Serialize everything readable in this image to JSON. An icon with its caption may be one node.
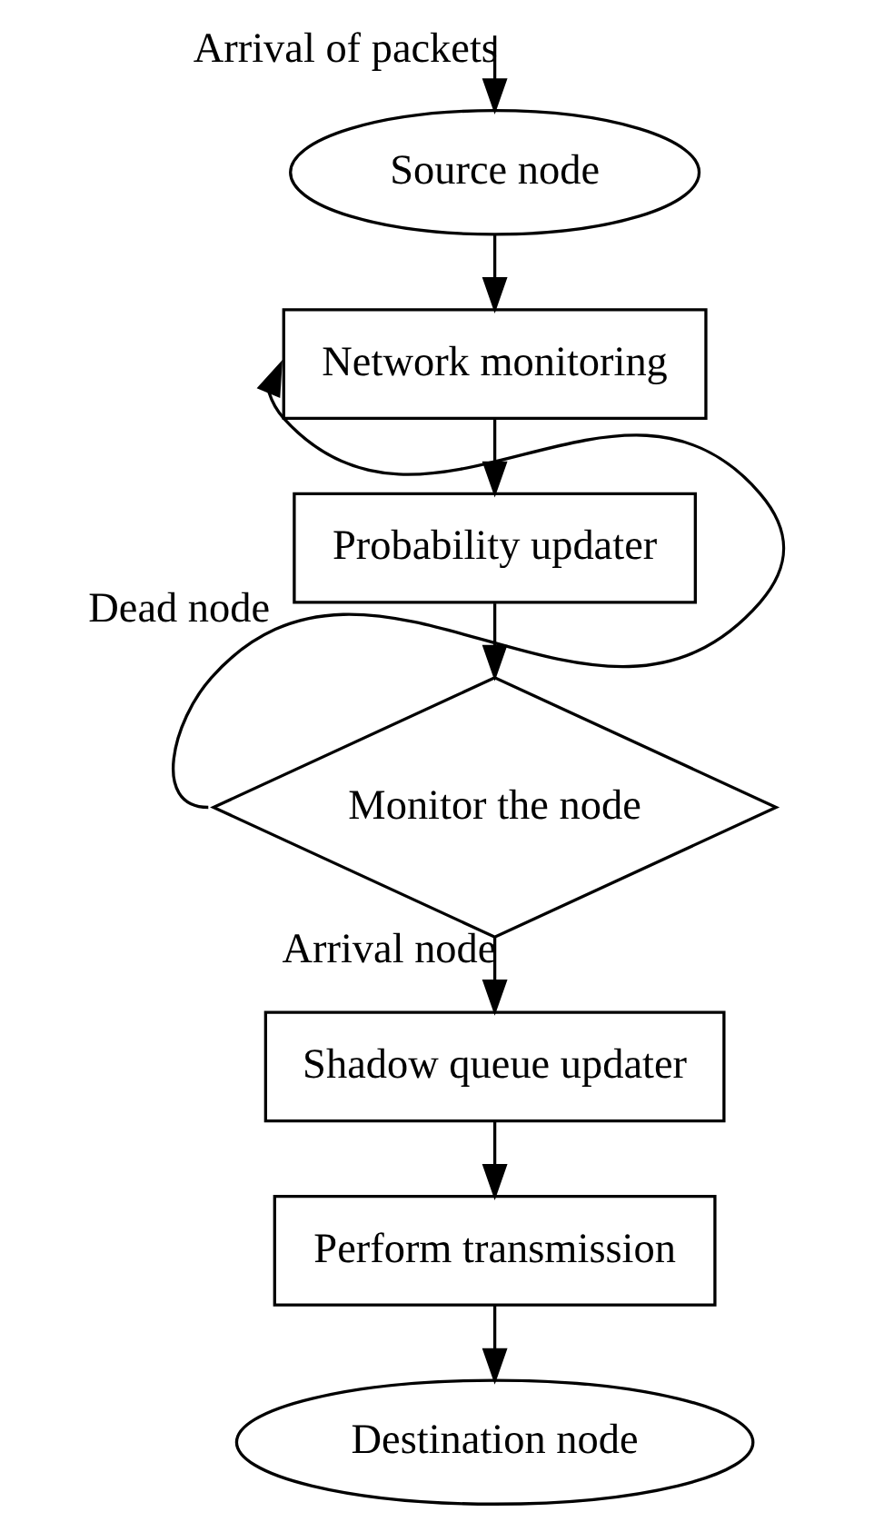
{
  "diagram": {
    "nodes": [
      {
        "text": [
          "Source node"
        ]
      },
      {
        "text": [
          "Network monitoring"
        ]
      },
      {
        "text": [
          "Probability updater"
        ]
      },
      {
        "text": [
          "Monitor the node"
        ]
      },
      {
        "text": [
          "Shadow queue updater"
        ]
      },
      {
        "text": [
          "Perform transmission"
        ]
      },
      {
        "text": [
          "Destination node"
        ]
      }
    ],
    "edges": [
      {
        "from": null,
        "to": 0,
        "arrow": "to",
        "label": "Arrival of packets"
      },
      {
        "from": 0,
        "to": 1,
        "arrow": "to"
      },
      {
        "from": 1,
        "to": 2,
        "arrow": "to"
      },
      {
        "from": 2,
        "to": 3,
        "arrow": "to"
      },
      {
        "from": 3,
        "to": 1,
        "arrow": "to",
        "label": "Dead node"
      },
      {
        "from": 3,
        "to": 4,
        "arrow": "to",
        "label": "Arrival node"
      },
      {
        "from": 4,
        "to": 5,
        "arrow": "to"
      },
      {
        "from": 5,
        "to": 6,
        "arrow": "to"
      }
    ]
  }
}
